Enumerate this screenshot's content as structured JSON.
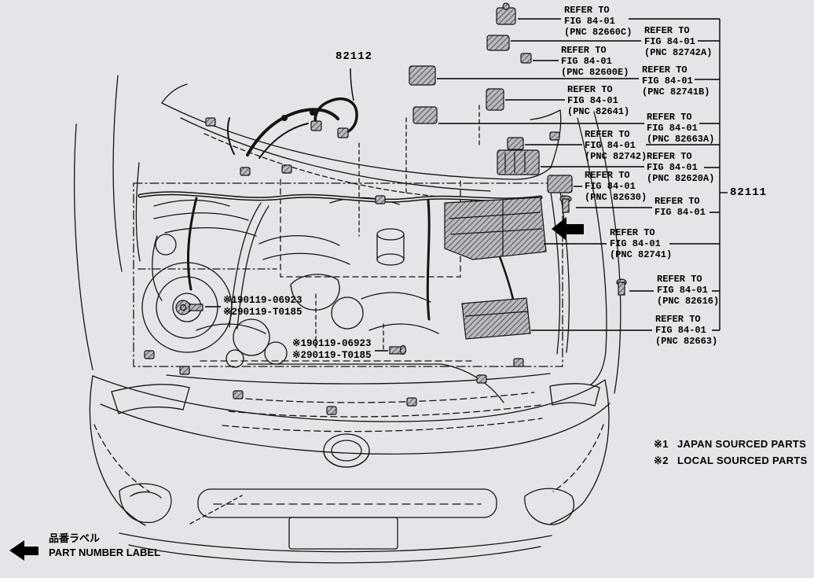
{
  "colors": {
    "background": "#e5e5e9",
    "ink": "#000000"
  },
  "part_labels": {
    "p82112": "82112",
    "p82111": "82111"
  },
  "callouts": [
    {
      "refer": "REFER TO",
      "fig": "FIG 84-01",
      "pnc": "(PNC 82660C)"
    },
    {
      "refer": "REFER TO",
      "fig": "FIG 84-01",
      "pnc": "(PNC 82742A)"
    },
    {
      "refer": "REFER TO",
      "fig": "FIG 84-01",
      "pnc": "(PNC 82600E)"
    },
    {
      "refer": "REFER TO",
      "fig": "FIG 84-01",
      "pnc": "(PNC 82741B)"
    },
    {
      "refer": "REFER TO",
      "fig": "FIG 84-01",
      "pnc": "(PNC 82641)"
    },
    {
      "refer": "REFER TO",
      "fig": "FIG 84-01",
      "pnc": "(PNC 82663A)"
    },
    {
      "refer": "REFER TO",
      "fig": "FIG 84-01",
      "pnc": "(PNC 82742)"
    },
    {
      "refer": "REFER TO",
      "fig": "FIG 84-01",
      "pnc": "(PNC 82620A)"
    },
    {
      "refer": "REFER TO",
      "fig": "FIG 84-01",
      "pnc": "(PNC 82630)"
    },
    {
      "refer": "REFER TO",
      "fig": "FIG 84-01",
      "pnc": ""
    },
    {
      "refer": "REFER TO",
      "fig": "FIG 84-01",
      "pnc": "(PNC 82741)"
    },
    {
      "refer": "REFER TO",
      "fig": "FIG 84-01",
      "pnc": "(PNC 82616)"
    },
    {
      "refer": "REFER TO",
      "fig": "FIG 84-01",
      "pnc": "(PNC 82663)"
    }
  ],
  "fastener_notes": [
    {
      "line1": "※190119-06923",
      "line2": "※290119-T0185"
    },
    {
      "line1": "※190119-06923",
      "line2": "※290119-T0185"
    }
  ],
  "footnotes": [
    {
      "marker": "※1",
      "text": "JAPAN SOURCED PARTS"
    },
    {
      "marker": "※2",
      "text": "LOCAL SOURCED PARTS"
    }
  ],
  "legend": {
    "jp": "品番ラベル",
    "en": "PART NUMBER LABEL"
  },
  "icons": {
    "part_pointer": "left-arrow",
    "legend_pointer": "left-arrow"
  }
}
